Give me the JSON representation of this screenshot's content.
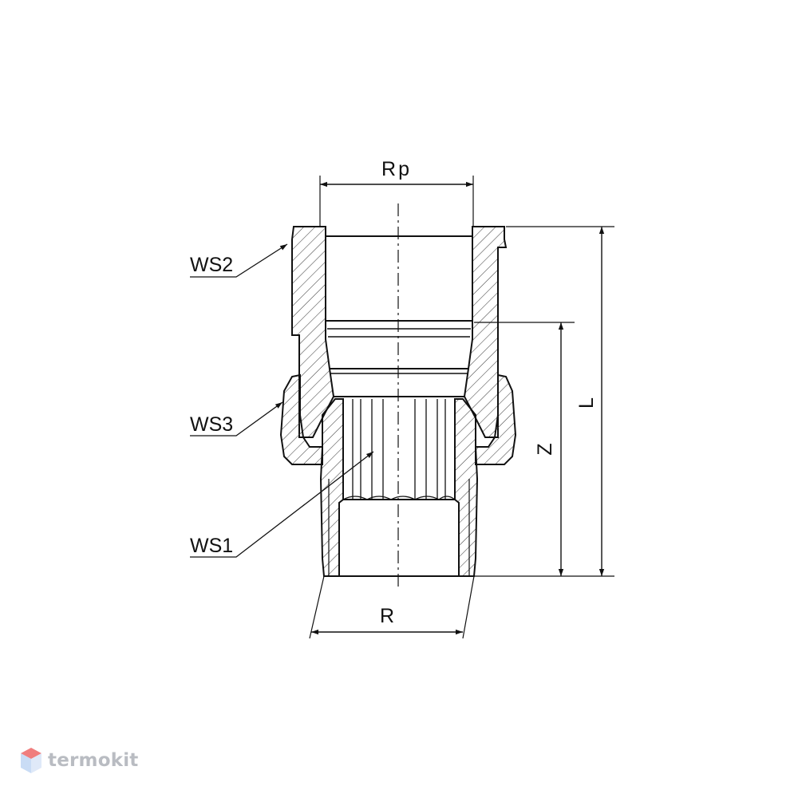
{
  "labels": {
    "rp": "Rp",
    "r": "R",
    "z": "Z",
    "l": "L",
    "ws1": "WS1",
    "ws2": "WS2",
    "ws3": "WS3"
  },
  "watermark": {
    "text": "termokit",
    "logo_icon": "hexagon-cube-icon",
    "colors": {
      "text": "#b9bcc2",
      "logo_top": "#f07e7e",
      "logo_side": "#c9dcf5"
    }
  },
  "colors": {
    "line": "#111111",
    "hatch": "#444444"
  }
}
